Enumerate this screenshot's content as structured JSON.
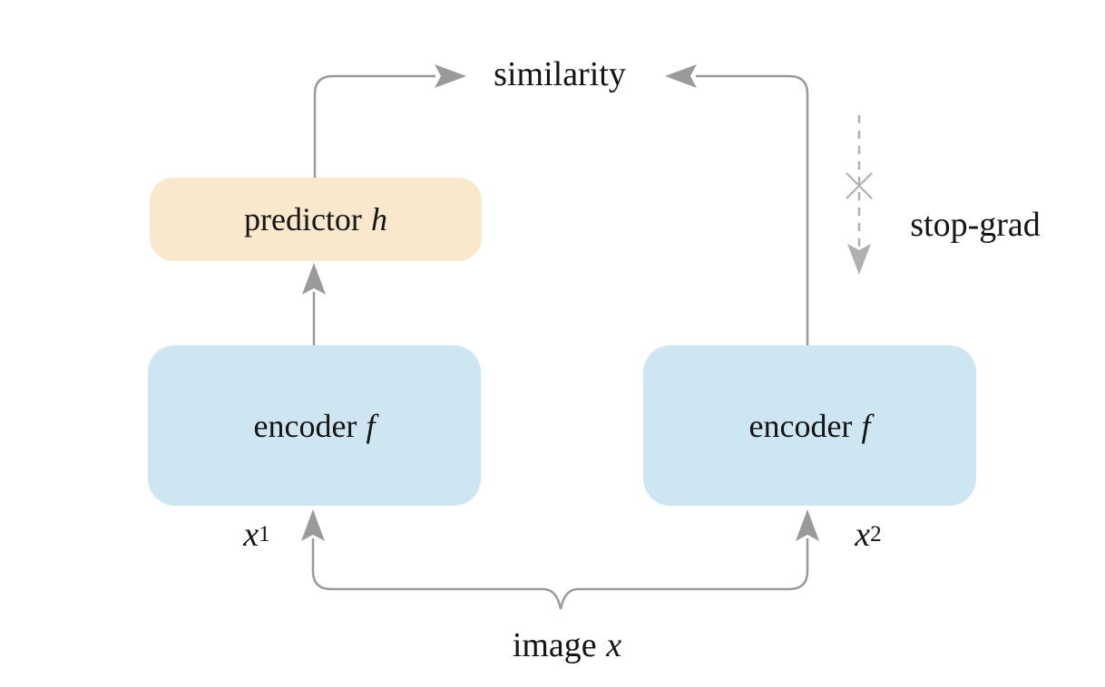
{
  "diagram": {
    "similarity_label": "similarity",
    "stop_grad_label": "stop-grad",
    "predictor": {
      "text": "predictor",
      "math": "h"
    },
    "encoder_left": {
      "text": "encoder",
      "math": "f"
    },
    "encoder_right": {
      "text": "encoder",
      "math": "f"
    },
    "view_left": {
      "base": "x",
      "sub": "1"
    },
    "view_right": {
      "base": "x",
      "sub": "2"
    },
    "image_label": {
      "text": "image",
      "math": "x"
    }
  },
  "colors": {
    "predictor-fill": "#fae8cd",
    "encoder-fill": "#cde6f1",
    "arrow-stroke": "#9a9a9a",
    "dashed-stroke": "#b0b0b0",
    "text-color": "#151515",
    "background": "#ffffff"
  }
}
